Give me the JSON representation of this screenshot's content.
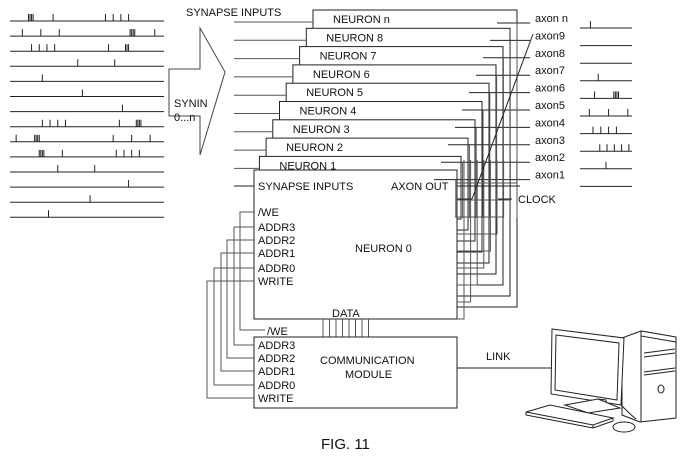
{
  "figure": {
    "caption": "FIG. 11",
    "synapse_inputs_label": "SYNAPSE INPUTS",
    "synin_arrow": {
      "line1": "SYNIN",
      "line2": "0...n"
    },
    "neuron_stack": [
      "NEURON n",
      "NEURON 8",
      "NEURON 7",
      "NEURON 6",
      "NEURON 5",
      "NEURON 4",
      "NEURON 3",
      "NEURON 2",
      "NEURON 1"
    ],
    "neuron0": {
      "title": "NEURON 0",
      "synapse_inputs": "SYNAPSE INPUTS",
      "axon_out": "AXON OUT",
      "ports": [
        "/WE",
        "ADDR3",
        "ADDR2",
        "ADDR1",
        "ADDR0",
        "WRITE"
      ],
      "data_label": "DATA"
    },
    "comm_module": {
      "title_line1": "COMMUNICATION",
      "title_line2": "MODULE",
      "we_label": "/WE",
      "ports": [
        "ADDR3",
        "ADDR2",
        "ADDR1",
        "ADDR0",
        "WRITE"
      ]
    },
    "axon_labels": [
      "axon n",
      "axon9",
      "axon8",
      "axon7",
      "axon6",
      "axon5",
      "axon4",
      "axon3",
      "axon2",
      "axon1"
    ],
    "clock_label": "CLOCK",
    "link_label": "LINK",
    "computer": "desktop-computer",
    "input_spike_trains": [
      [
        0.12,
        0.13,
        0.14,
        0.15,
        0.28,
        0.62,
        0.67,
        0.72,
        0.77
      ],
      [
        0.08,
        0.2,
        0.32,
        0.78,
        0.79,
        0.8,
        0.81,
        0.94
      ],
      [
        0.14,
        0.19,
        0.24,
        0.29,
        0.64,
        0.75,
        0.76,
        0.77
      ],
      [
        0.44,
        0.68
      ],
      [
        0.21
      ],
      [
        0.47
      ],
      [
        0.73
      ],
      [
        0.21,
        0.26,
        0.31,
        0.36,
        0.71,
        0.82,
        0.83,
        0.84,
        0.85
      ],
      [
        0.04,
        0.16,
        0.17,
        0.18,
        0.19,
        0.67,
        0.79,
        0.91
      ],
      [
        0.19,
        0.2,
        0.21,
        0.22,
        0.34,
        0.69,
        0.74,
        0.79,
        0.84
      ],
      [
        0.31,
        0.55
      ],
      [
        0.77
      ],
      [
        0.52
      ],
      [
        0.25
      ]
    ],
    "output_spike_trains": [
      [
        0.2
      ],
      [],
      [],
      [
        0.35
      ],
      [
        0.28,
        0.65,
        0.68,
        0.71,
        0.74
      ],
      [
        0.18,
        0.55,
        0.92
      ],
      [
        0.25,
        0.4,
        0.55,
        0.7
      ],
      [
        0.38,
        0.52,
        0.66,
        0.8,
        0.94
      ],
      [
        0.5
      ],
      []
    ]
  }
}
